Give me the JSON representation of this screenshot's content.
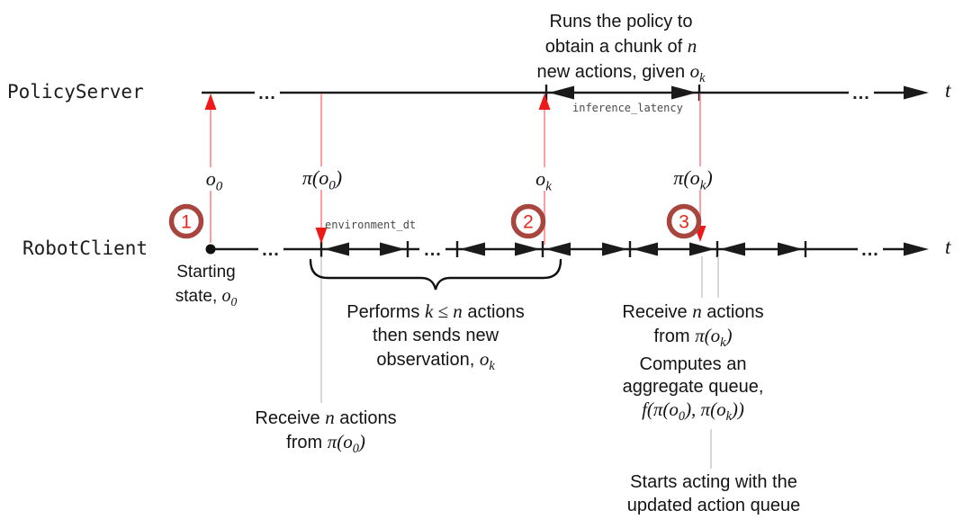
{
  "actors": {
    "policy_server": "PolicyServer",
    "robot_client": "RobotClient"
  },
  "timeline": {
    "time_label": "t",
    "ellipsis": "..."
  },
  "messages": {
    "o0": "$o_0$",
    "pi_o0": "$π(o_0)$",
    "ok": "$o_k$",
    "pi_ok": "$π(o_k)$"
  },
  "durations": {
    "inference_latency": "inference_latency",
    "environment_dt": "environment_dt"
  },
  "markers": {
    "step1": "1",
    "step2": "2",
    "step3": "3"
  },
  "annotations": {
    "runs_policy": "Runs the policy to\nobtain a chunk of $n$\nnew actions, given $o_k$",
    "starting_state": "Starting\nstate, $o_0$",
    "performs": "Performs $k ≤ n$ actions\nthen sends new\nobservation, $o_k$",
    "receive_o0": "Receive $n$ actions\nfrom $π(o_0)$",
    "receive_ok": "Receive $n$ actions\nfrom $π(o_k)$",
    "computes": "Computes an\naggregate queue,\n$f(π(o_0), π(o_k))$",
    "starts_acting": "Starts acting with the\nupdated action queue"
  },
  "colors": {
    "timeline_black": "#1a1a1a",
    "message_arrowhead_red": "#ee1a1a",
    "message_line_red": "#ff8d8d",
    "marker_ring": "#a8453e",
    "marker_number": "#e6271d",
    "leader_gray": "#c4c4c4",
    "duration_text": "#4a4a4a"
  }
}
